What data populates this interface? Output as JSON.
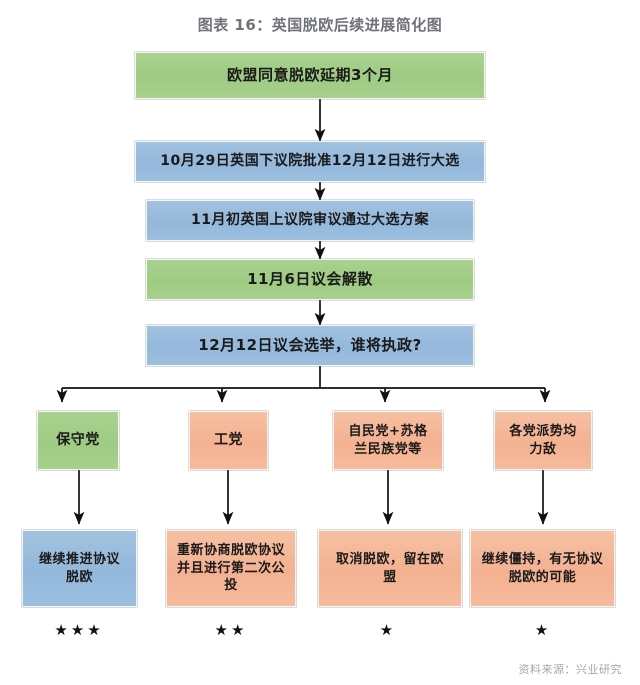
{
  "title": "图表 16：英国脱欧后续进展简化图",
  "source": "资料来源：兴业研究",
  "colors": {
    "green": "#9ecb83",
    "blue": "#93b8db",
    "orange": "#f3b191",
    "title_text": "#6f7378",
    "source_text": "#a3a7ac",
    "connector": "#111111"
  },
  "flow": {
    "main_chain": [
      {
        "id": "step1",
        "label": "欧盟同意脱欧延期3个月",
        "color": "green"
      },
      {
        "id": "step2",
        "label": "10月29日英国下议院批准12月12日进行大选",
        "color": "blue"
      },
      {
        "id": "step3",
        "label": "11月初英国上议院审议通过大选方案",
        "color": "blue"
      },
      {
        "id": "step4",
        "label": "11月6日议会解散",
        "color": "green"
      },
      {
        "id": "step5",
        "label": "12月12日议会选举，谁将执政?",
        "color": "blue"
      }
    ],
    "branches": [
      {
        "id": "branch1",
        "outcome": {
          "label": "保守党",
          "color": "green"
        },
        "result": {
          "label": "继续推进协议脱欧",
          "color": "blue"
        },
        "likelihood_stars": 3,
        "stars_glyphs": "★★★"
      },
      {
        "id": "branch2",
        "outcome": {
          "label": "工党",
          "color": "orange"
        },
        "result": {
          "label": "重新协商脱欧协议并且进行第二次公投",
          "color": "orange"
        },
        "likelihood_stars": 2,
        "stars_glyphs": "★★"
      },
      {
        "id": "branch3",
        "outcome": {
          "label": "自民党+苏格兰民族党等",
          "color": "orange"
        },
        "result": {
          "label": "取消脱欧，留在欧盟",
          "color": "orange"
        },
        "likelihood_stars": 1,
        "stars_glyphs": "★"
      },
      {
        "id": "branch4",
        "outcome": {
          "label": "各党派势均力敌",
          "color": "orange"
        },
        "result": {
          "label": "继续僵持，有无协议脱欧的可能",
          "color": "orange"
        },
        "likelihood_stars": 1,
        "stars_glyphs": "★"
      }
    ]
  }
}
